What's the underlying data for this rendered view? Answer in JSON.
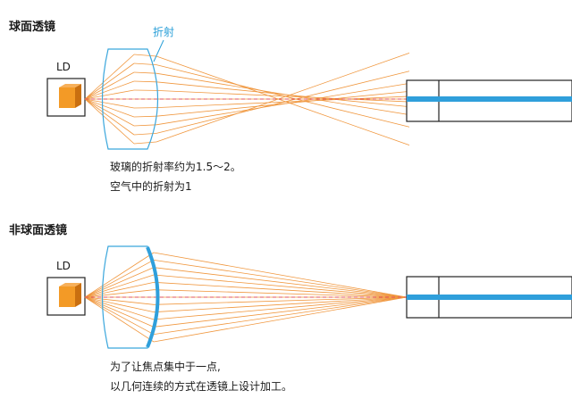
{
  "colors": {
    "ray": "#f0973e",
    "lens": "#3aa6dc",
    "lens_thick": "#2f9fdb",
    "axis": "#e25561",
    "ld_chip": "#f39a26",
    "ld_chip_shade": "#c96f10",
    "fiber_core": "#2f9fdb",
    "text": "#1a1a1a",
    "label_blue": "#2a9fd8"
  },
  "spherical": {
    "title": "球面透镜",
    "ld_label": "LD",
    "refraction_label": "折射",
    "caption_lines": [
      "玻璃的折射率约为1.5～2。",
      "空气中的折射为1"
    ]
  },
  "aspherical": {
    "title": "非球面透镜",
    "ld_label": "LD",
    "caption_lines": [
      "为了让焦点集中于一点,",
      "以几何连续的方式在透镜上设计加工。"
    ]
  }
}
